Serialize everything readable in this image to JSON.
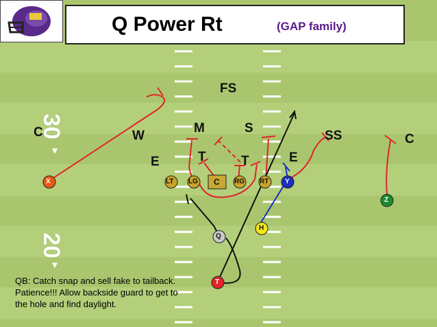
{
  "header": {
    "title": "Q Power Rt",
    "subtitle": "(GAP family)"
  },
  "yard_numbers": {
    "upper": "30",
    "lower": "20"
  },
  "defense": {
    "FS": "FS",
    "M": "M",
    "S": "S",
    "W": "W",
    "SS": "SS",
    "C_left": "C",
    "C_right": "C",
    "E_left": "E",
    "E_right": "E",
    "T_left": "T",
    "T_right": "T"
  },
  "offense": {
    "X": "X",
    "LT": "LT",
    "LG": "LG",
    "C": "C",
    "RG": "RG",
    "RT": "RT",
    "Y": "Y",
    "Z": "Z",
    "H": "H",
    "Q": "Q",
    "T": "T"
  },
  "colors": {
    "field": "#a9c66e",
    "route_red": "#e0242a",
    "offense_gold": "#c9a229",
    "center_gold": "#c8a832",
    "y_blue": "#1a2fbf",
    "z_green": "#1e8a2e",
    "h_yellow": "#f5e51a",
    "q_gray": "#c8c8c8",
    "t_red": "#e0242a",
    "subtitle_purple": "#5a1a8a"
  },
  "note": "QB:  Catch snap and sell fake to tailback. Patience!!!  Allow backside guard to get to the hole and find daylight."
}
